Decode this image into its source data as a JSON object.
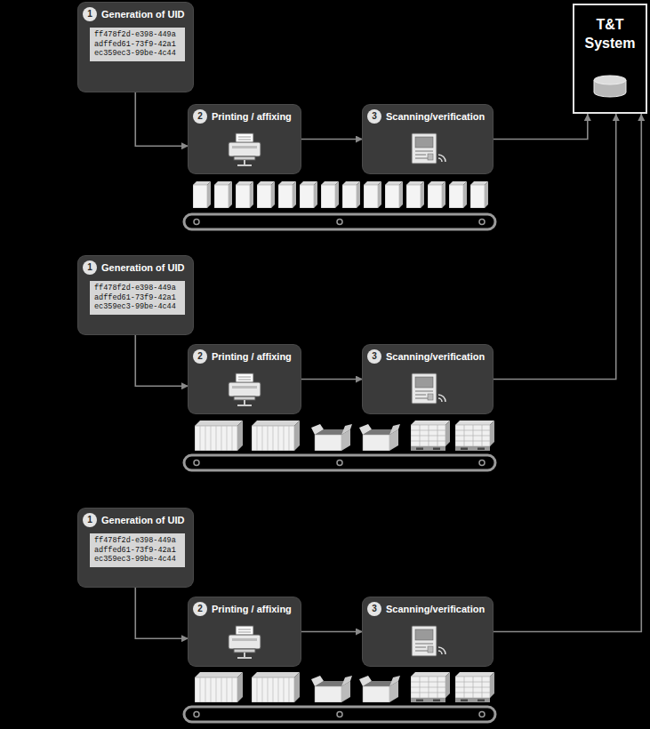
{
  "diagram": {
    "nodes": [
      {
        "text": [
          "T&T System"
        ]
      },
      {
        "text": [
          "Generation of UID"
        ]
      },
      {
        "text": [
          "1"
        ],
        "in": 1
      },
      {
        "text": [
          "ff478f2d-e398-449a",
          "adffed61-73f9-42a1",
          "ec359ec3-99be-4c44"
        ],
        "in": 1
      },
      {
        "text": [
          "Printing / affixing"
        ]
      },
      {
        "text": [
          "2"
        ],
        "in": 4
      },
      {
        "text": [
          "Scanning/verification"
        ]
      },
      {
        "text": [
          "3"
        ],
        "in": 6
      },
      {
        "text": [
          "Generation of UID"
        ]
      },
      {
        "text": [
          "1"
        ],
        "in": 8
      },
      {
        "text": [
          "ff478f2d-e398-449a",
          "adffed61-73f9-42a1",
          "ec359ec3-99be-4c44"
        ],
        "in": 8
      },
      {
        "text": [
          "Printing / affixing"
        ]
      },
      {
        "text": [
          "2"
        ],
        "in": 11
      },
      {
        "text": [
          "Scanning/verification"
        ]
      },
      {
        "text": [
          "3"
        ],
        "in": 13
      },
      {
        "text": [
          "Generation of UID"
        ]
      },
      {
        "text": [
          "1"
        ],
        "in": 15
      },
      {
        "text": [
          "ff478f2d-e398-449a",
          "adffed61-73f9-42a1",
          "ec359ec3-99be-4c44"
        ],
        "in": 15
      },
      {
        "text": [
          "Printing / affixing"
        ]
      },
      {
        "text": [
          "2"
        ],
        "in": 18
      },
      {
        "text": [
          "Scanning/verification"
        ]
      },
      {
        "text": [
          "3"
        ],
        "in": 20
      }
    ],
    "edges": [
      {
        "from": 1,
        "to": 4,
        "arrow": "to"
      },
      {
        "from": 4,
        "to": 6,
        "arrow": "to"
      },
      {
        "from": 6,
        "to": 0,
        "arrow": "to"
      },
      {
        "from": 8,
        "to": 11,
        "arrow": "to"
      },
      {
        "from": 11,
        "to": 13,
        "arrow": "to"
      },
      {
        "from": 13,
        "to": 0,
        "arrow": "to"
      },
      {
        "from": 15,
        "to": 18,
        "arrow": "to"
      },
      {
        "from": 18,
        "to": 20,
        "arrow": "to"
      },
      {
        "from": 20,
        "to": 0,
        "arrow": "to"
      }
    ]
  }
}
